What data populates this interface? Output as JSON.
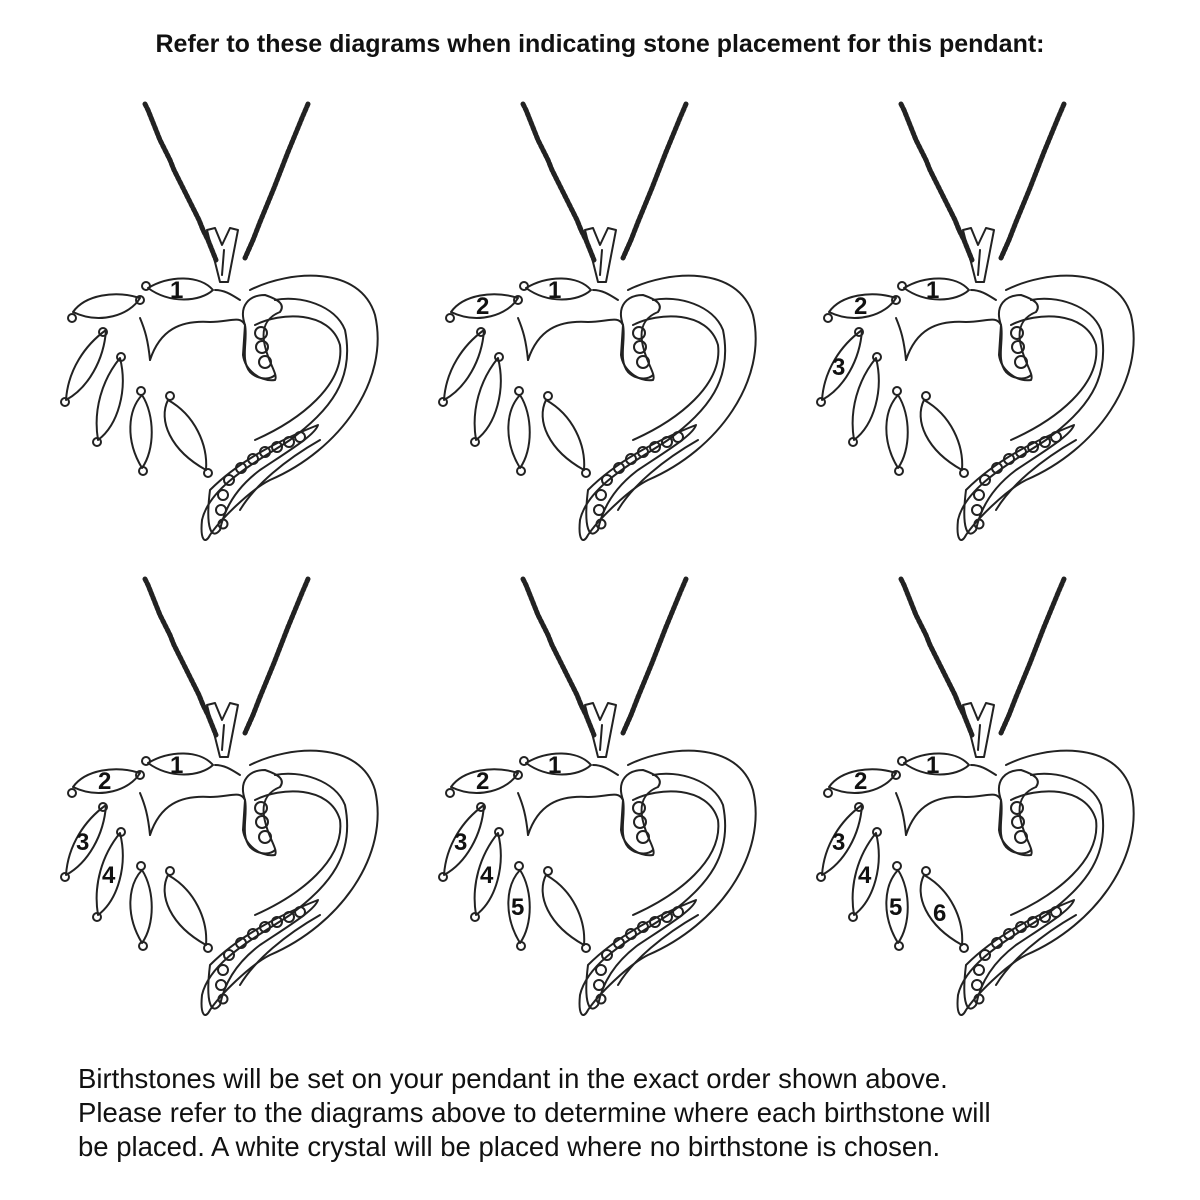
{
  "header": {
    "title": "Refer to these diagrams when indicating stone placement for this pendant:"
  },
  "diagrams": [
    {
      "id": 1,
      "labels": [
        "1",
        "",
        "",
        "",
        "",
        ""
      ]
    },
    {
      "id": 2,
      "labels": [
        "1",
        "2",
        "",
        "",
        "",
        ""
      ]
    },
    {
      "id": 3,
      "labels": [
        "1",
        "2",
        "3",
        "",
        "",
        ""
      ]
    },
    {
      "id": 4,
      "labels": [
        "1",
        "2",
        "3",
        "4",
        "",
        ""
      ]
    },
    {
      "id": 5,
      "labels": [
        "1",
        "2",
        "3",
        "4",
        "5",
        ""
      ]
    },
    {
      "id": 6,
      "labels": [
        "1",
        "2",
        "3",
        "4",
        "5",
        "6"
      ]
    }
  ],
  "footer": {
    "line1": "Birthstones will be set on your pendant in the exact order shown above.",
    "line2": "Please refer to the diagrams above to determine where each birthstone will",
    "line3": "be placed. A white crystal will be placed where no birthstone is chosen."
  },
  "colors": {
    "stroke": "#222222",
    "background": "#ffffff",
    "text": "#111111"
  }
}
